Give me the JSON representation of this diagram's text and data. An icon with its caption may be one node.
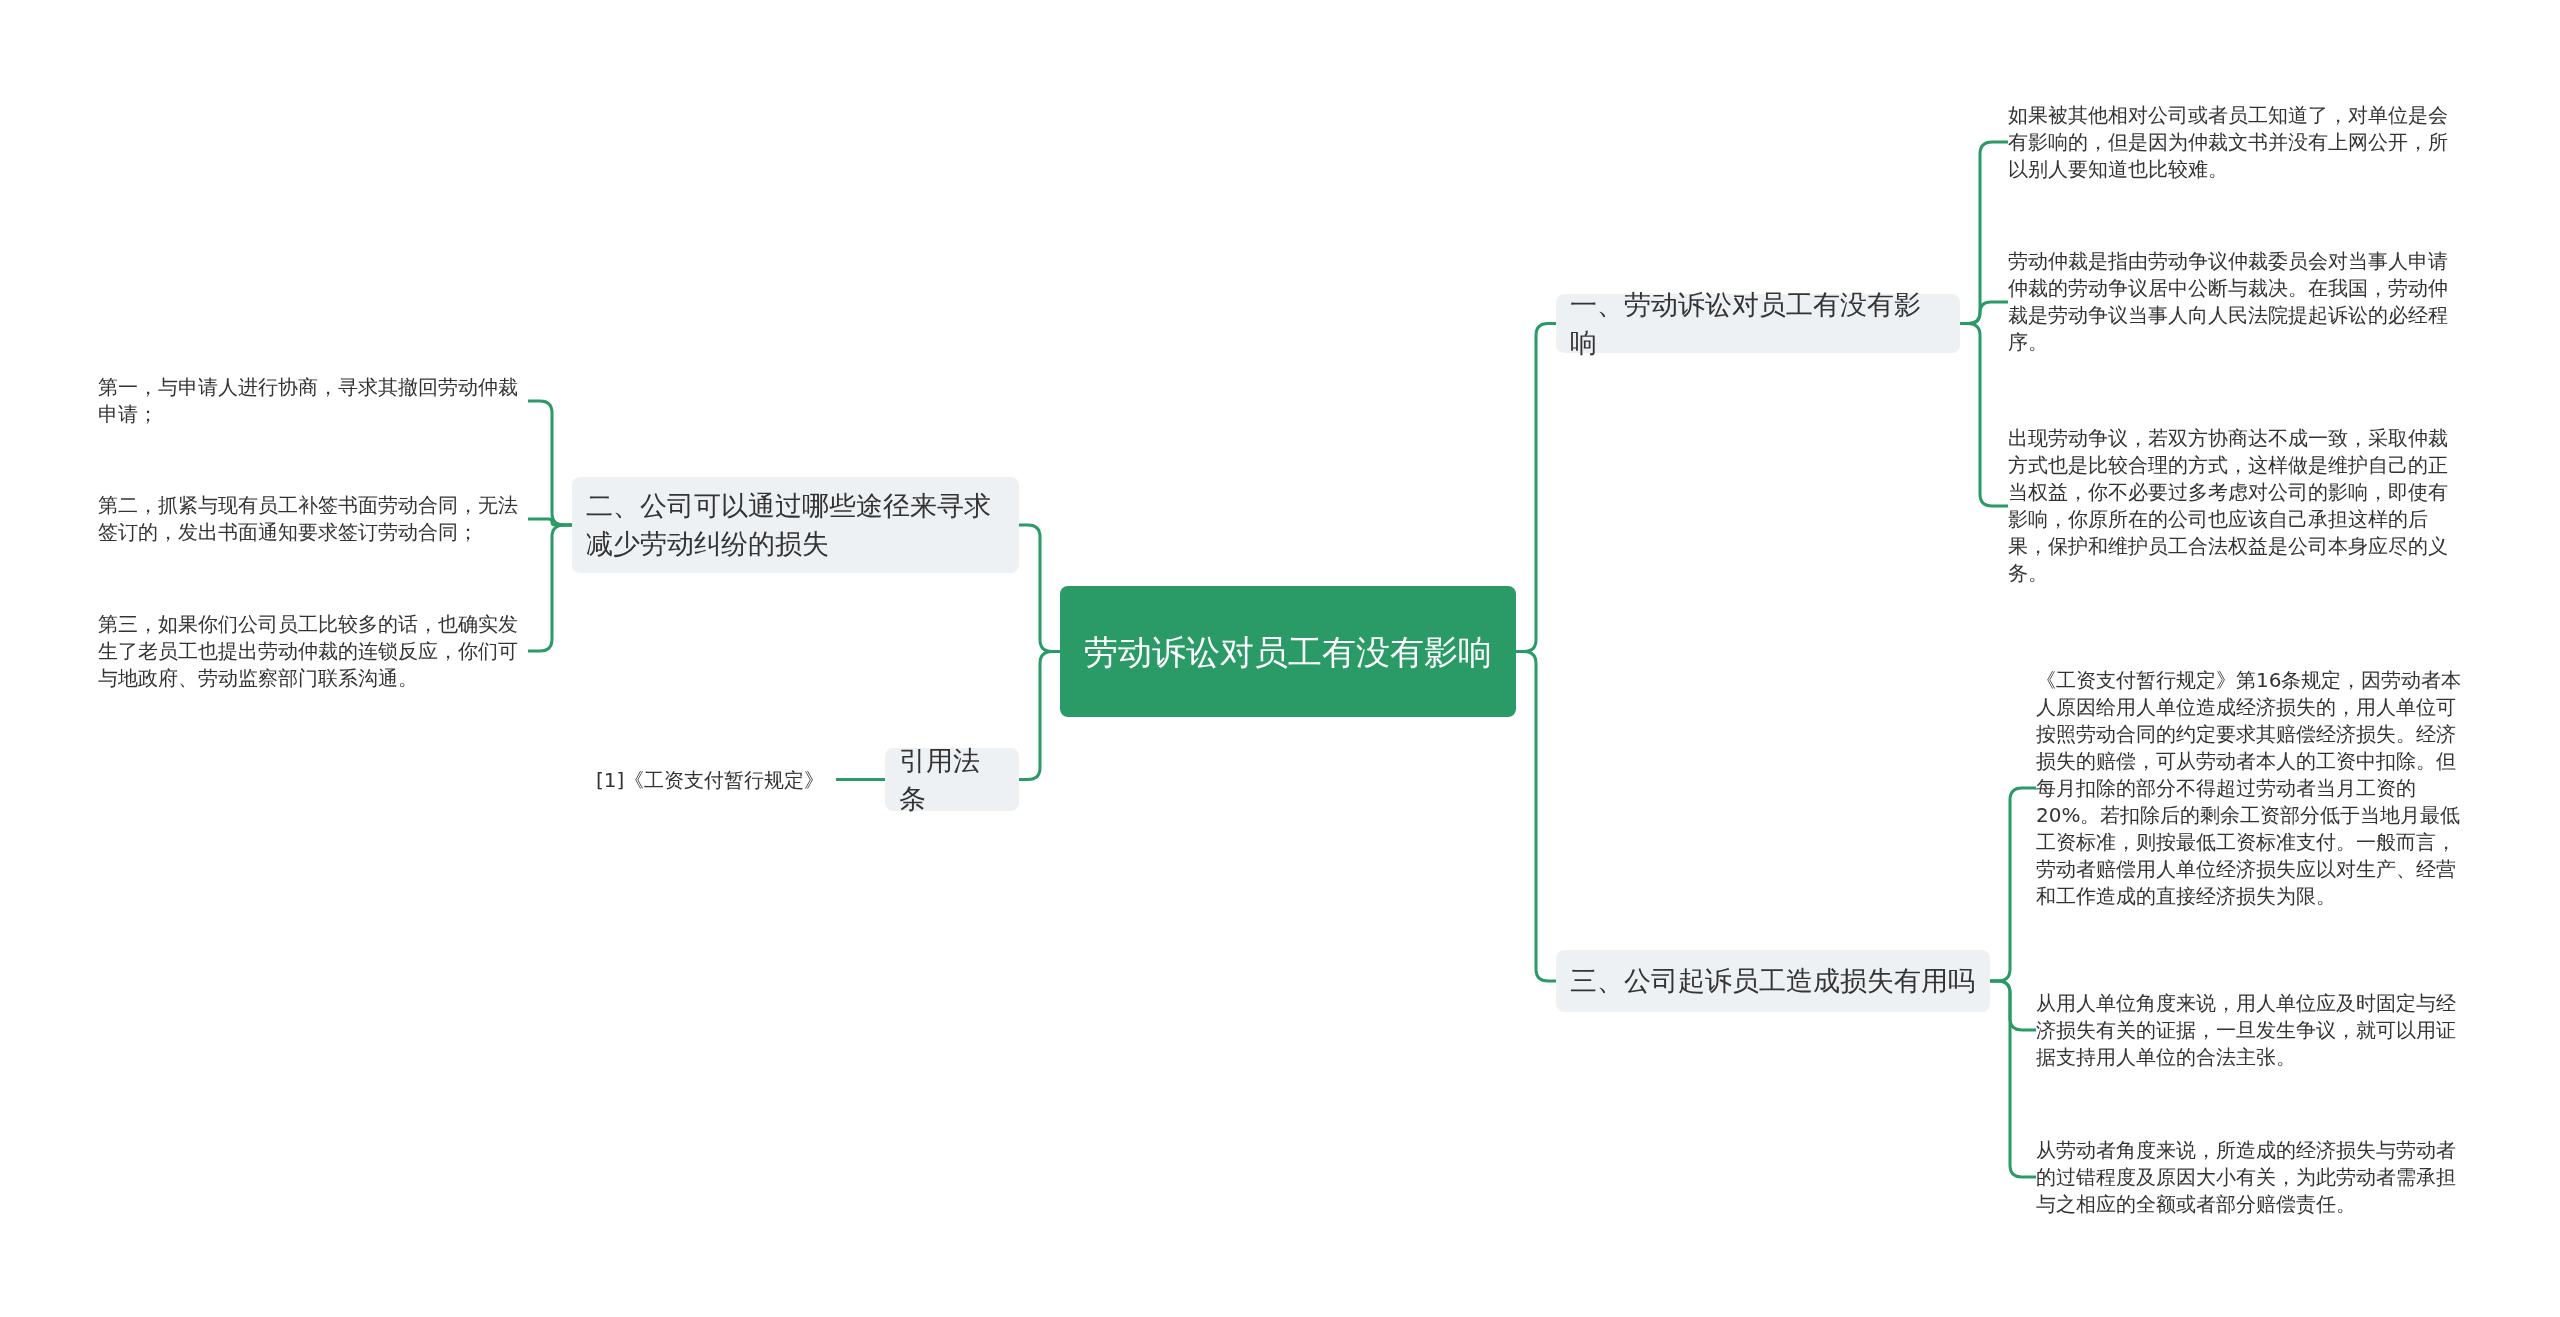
{
  "diagram": {
    "nodes": [
      {
        "text": [
          "劳动诉讼对员工有没有影响"
        ]
      },
      {
        "text": [
          "一、劳动诉讼对员工有没有影响"
        ]
      },
      {
        "text": [
          "如果被其他相对公司或者员工知道了，对单位是会有影响的，但是因为仲裁文书并没有上网公开，所以别人要知道也比较难。"
        ]
      },
      {
        "text": [
          "劳动仲裁是指由劳动争议仲裁委员会对当事人申请仲裁的劳动争议居中公断与裁决。在我国，劳动仲裁是劳动争议当事人向人民法院提起诉讼的必经程序。"
        ]
      },
      {
        "text": [
          "出现劳动争议，若双方协商达不成一致，采取仲裁方式也是比较合理的方式，这样做是维护自己的正当权益，你不必要过多考虑对公司的影响，即使有影响，你原所在的公司也应该自己承担这样的后果，保护和维护员工合法权益是公司本身应尽的义务。"
        ]
      },
      {
        "text": [
          "三、公司起诉员工造成损失有用吗"
        ]
      },
      {
        "text": [
          "《工资支付暂行规定》第16条规定，因劳动者本人原因给用人单位造成经济损失的，用人单位可按照劳动合同的约定要求其赔偿经济损失。经济损失的赔偿，可从劳动者本人的工资中扣除。但每月扣除的部分不得超过劳动者当月工资的20%。若扣除后的剩余工资部分低于当地月最低工资标准，则按最低工资标准支付。一般而言，劳动者赔偿用人单位经济损失应以对生产、经营和工作造成的直接经济损失为限。"
        ]
      },
      {
        "text": [
          "从用人单位角度来说，用人单位应及时固定与经济损失有关的证据，一旦发生争议，就可以用证据支持用人单位的合法主张。"
        ]
      },
      {
        "text": [
          "从劳动者角度来说，所造成的经济损失与劳动者的过错程度及原因大小有关，为此劳动者需承担与之相应的全额或者部分赔偿责任。"
        ]
      },
      {
        "text": [
          "二、公司可以通过哪些途径来寻求减少劳动纠纷的损失"
        ]
      },
      {
        "text": [
          "第一，与申请人进行协商，寻求其撤回劳动仲裁申请；"
        ]
      },
      {
        "text": [
          "第二，抓紧与现有员工补签书面劳动合同，无法签订的，发出书面通知要求签订劳动合同；"
        ]
      },
      {
        "text": [
          "第三，如果你们公司员工比较多的话，也确实发生了老员工也提出劳动仲裁的连锁反应，你们可与地政府、劳动监察部门联系沟通。"
        ]
      },
      {
        "text": [
          "引用法条"
        ]
      },
      {
        "text": [
          "[1]《工资支付暂行规定》"
        ]
      }
    ],
    "edges": [
      {
        "from": 0,
        "to": 1,
        "arrow": "none"
      },
      {
        "from": 1,
        "to": 2,
        "arrow": "none"
      },
      {
        "from": 1,
        "to": 3,
        "arrow": "none"
      },
      {
        "from": 1,
        "to": 4,
        "arrow": "none"
      },
      {
        "from": 0,
        "to": 5,
        "arrow": "none"
      },
      {
        "from": 5,
        "to": 6,
        "arrow": "none"
      },
      {
        "from": 5,
        "to": 7,
        "arrow": "none"
      },
      {
        "from": 5,
        "to": 8,
        "arrow": "none"
      },
      {
        "from": 0,
        "to": 9,
        "arrow": "none"
      },
      {
        "from": 9,
        "to": 10,
        "arrow": "none"
      },
      {
        "from": 9,
        "to": 11,
        "arrow": "none"
      },
      {
        "from": 9,
        "to": 12,
        "arrow": "none"
      },
      {
        "from": 0,
        "to": 13,
        "arrow": "none"
      },
      {
        "from": 13,
        "to": 14,
        "arrow": "none"
      }
    ]
  }
}
